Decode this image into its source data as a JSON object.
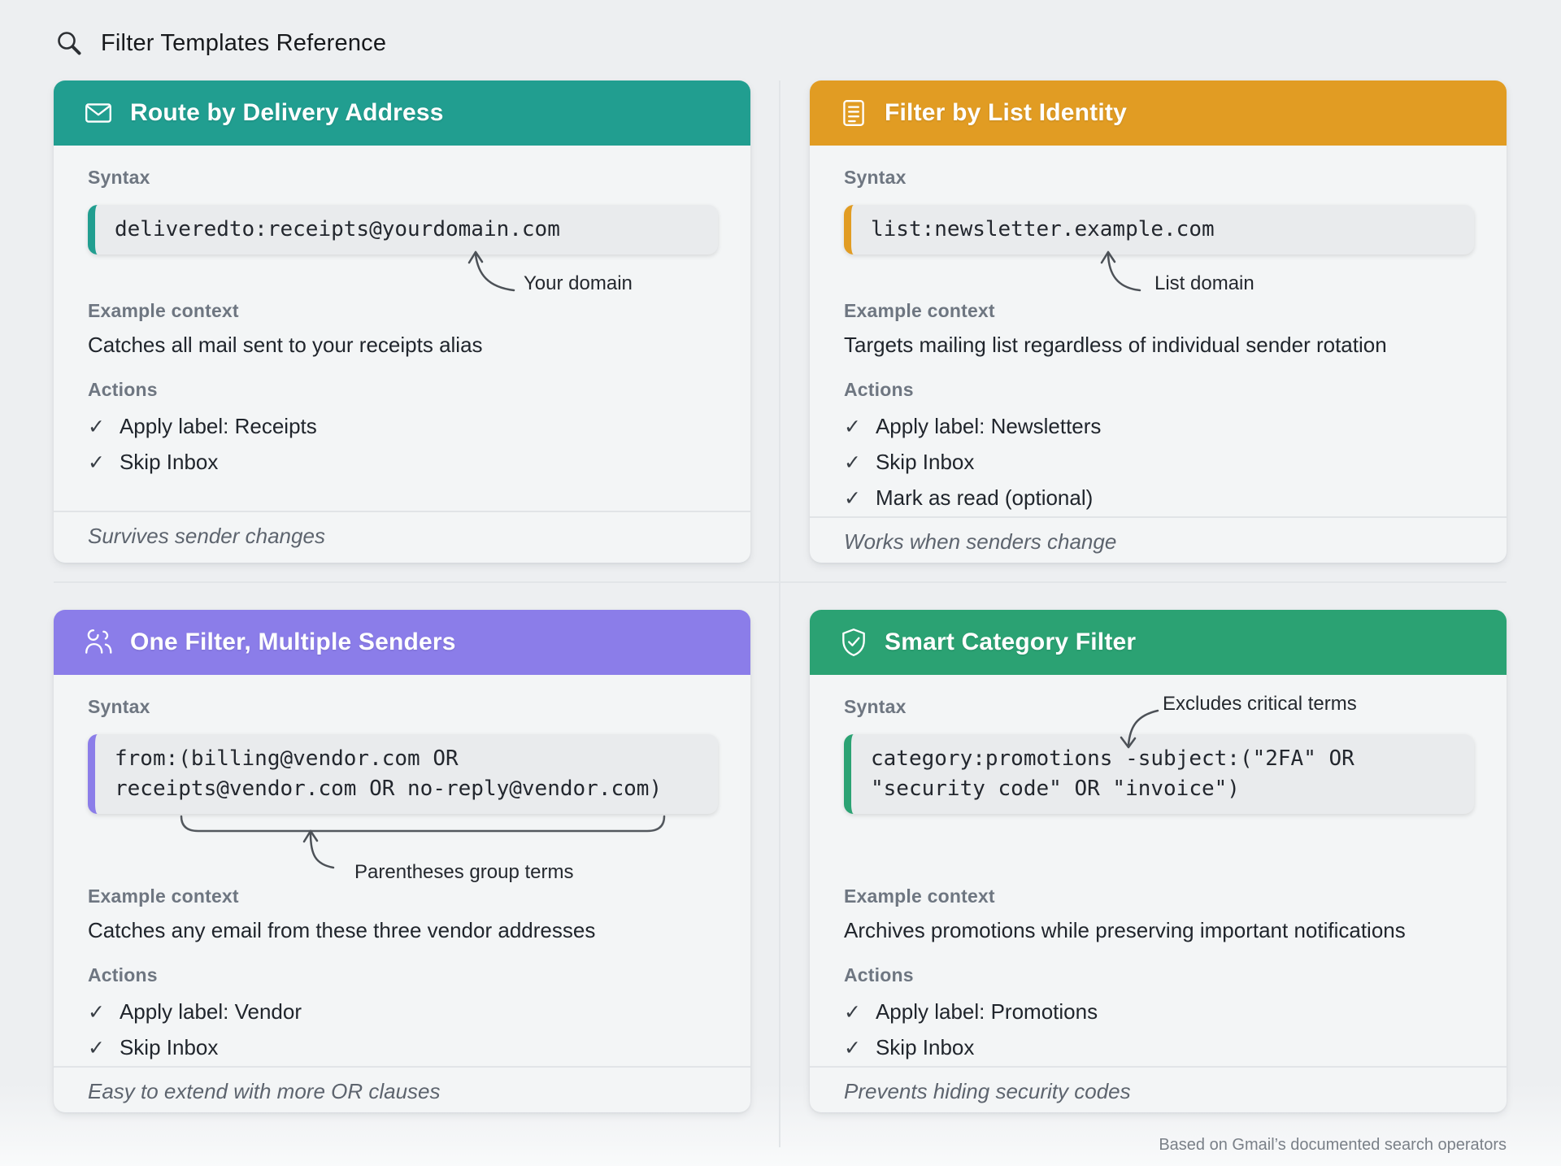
{
  "page": {
    "title": "Filter Templates Reference",
    "title_icon": "magnifier-icon",
    "footer_note": "Based on Gmail’s documented search operators",
    "background_color": "#edeff1"
  },
  "labels": {
    "syntax": "Syntax",
    "example": "Example context",
    "actions": "Actions",
    "check_glyph": "✓"
  },
  "cards": [
    {
      "title": "Route by Delivery Address",
      "icon": "envelope-icon",
      "accent": "#219e90",
      "code_lines": [
        "deliveredto:receipts@yourdomain.com"
      ],
      "annotation": "Your domain",
      "example": "Catches all mail sent to your receipts alias",
      "actions": [
        "Apply label: Receipts",
        "Skip Inbox"
      ],
      "footnote": "Survives sender changes"
    },
    {
      "title": "Filter by List Identity",
      "icon": "list-icon",
      "accent": "#e19c23",
      "code_lines": [
        "list:newsletter.example.com"
      ],
      "annotation": "List domain",
      "example": "Targets mailing list regardless of individual sender rotation",
      "actions": [
        "Apply label: Newsletters",
        "Skip Inbox",
        "Mark as read (optional)"
      ],
      "footnote": "Works when senders change"
    },
    {
      "title": "One Filter, Multiple Senders",
      "icon": "users-icon",
      "accent": "#8b7de9",
      "code_lines": [
        "from:(billing@vendor.com OR",
        "receipts@vendor.com OR no-reply@vendor.com)"
      ],
      "annotation": "Parentheses group terms",
      "example": "Catches any email from these three vendor addresses",
      "actions": [
        "Apply label: Vendor",
        "Skip Inbox"
      ],
      "footnote": "Easy to extend with more OR clauses"
    },
    {
      "title": "Smart Category Filter",
      "icon": "shield-check-icon",
      "accent": "#2ba273",
      "code_lines": [
        "category:promotions -subject:(\"2FA\" OR",
        "\"security code\" OR \"invoice\")"
      ],
      "annotation": "Excludes critical terms",
      "example": "Archives promotions while preserving important notifications",
      "actions": [
        "Apply label: Promotions",
        "Skip Inbox"
      ],
      "footnote": "Prevents hiding security codes"
    }
  ]
}
